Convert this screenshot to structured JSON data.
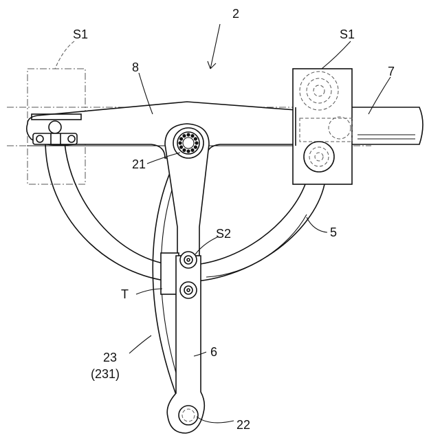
{
  "labels": {
    "assembly": "2",
    "sensor_left": "S1",
    "sensor_right": "S1",
    "link_arm": "8",
    "shaft": "7",
    "pivot_upper": "21",
    "arc_guide": "5",
    "sensor_mid": "S2",
    "tab": "T",
    "curve_line": "23",
    "curve_line_sub": "(231)",
    "lower_link": "6",
    "pivot_lower": "22"
  }
}
